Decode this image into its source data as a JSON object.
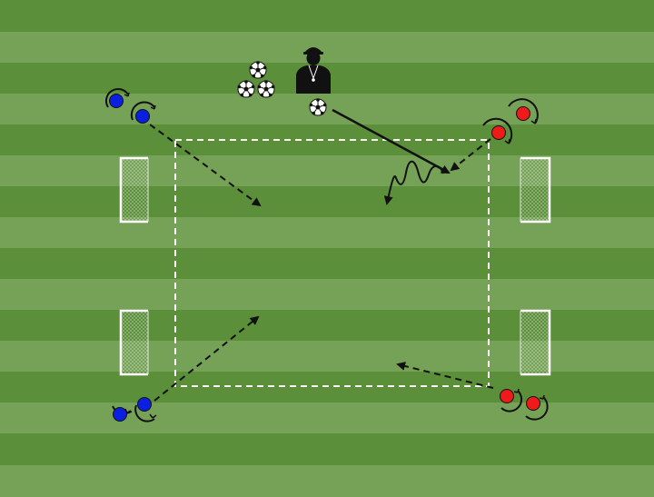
{
  "diagram": {
    "type": "soccer-drill",
    "colors": {
      "grass_dark": "#5b8f3a",
      "grass_light": "#76a257",
      "line": "#ffffff",
      "team_blue": "#0b1fe0",
      "team_red": "#ef1a1a",
      "arrow": "#111111",
      "coach": "#111111"
    },
    "elements": {
      "stripes": 16,
      "goals": 4,
      "balls": 4,
      "blue_players": 4,
      "red_players": 4,
      "coach": 1
    },
    "icons": [
      "soccer-ball-icon",
      "coach-icon",
      "mini-goal-icon",
      "player-icon"
    ],
    "arrows": {
      "pass": "dashed-arrow",
      "coach_serve": "solid-arrow",
      "dribble": "wavy-arrow"
    }
  }
}
